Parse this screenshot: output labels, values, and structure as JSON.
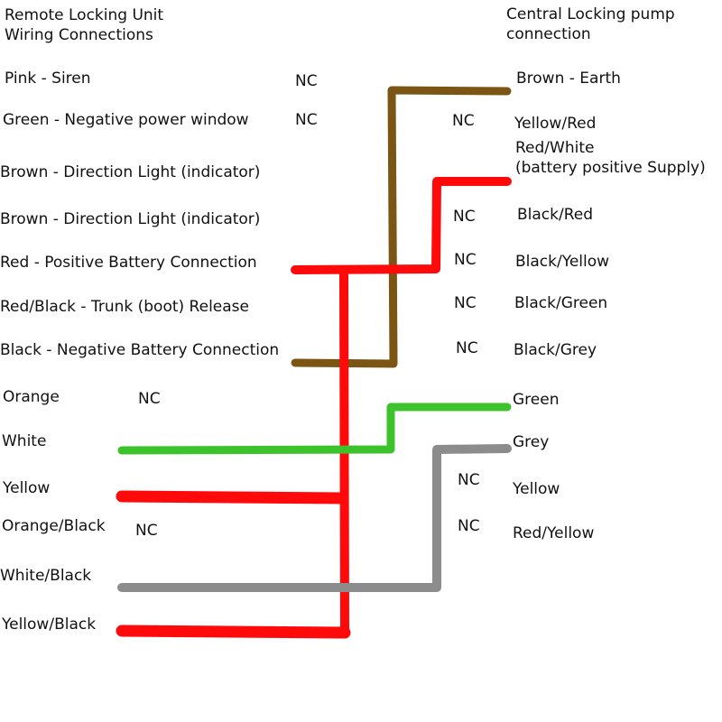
{
  "left_title": [
    "Remote Locking Unit",
    "Wiring Connections"
  ],
  "right_title": [
    "Central Locking pump",
    "connection"
  ],
  "left_labels": [
    "Pink - Siren",
    "Green - Negative power window",
    "Brown - Direction Light (indicator)",
    "Brown - Direction Light (indicator)",
    "Red - Positive Battery Connection",
    "Red/Black - Trunk (boot) Release",
    "Black - Negative Battery Connection",
    "Orange",
    "White",
    "Yellow",
    "Orange/Black",
    "White/Black",
    "Yellow/Black"
  ],
  "right_labels": [
    "Brown - Earth",
    "Yellow/Red",
    "Red/White",
    "(battery positive Supply)",
    "Black/Red",
    "Black/Yellow",
    "Black/Green",
    "Black/Grey",
    "Green",
    "Grey",
    "Yellow",
    "Red/Yellow"
  ],
  "nc_label": "NC",
  "wire_colors": {
    "brown": "#7a5514",
    "red": "#ff0a0a",
    "green": "#3cc22a",
    "grey": "#8c8c8c"
  }
}
